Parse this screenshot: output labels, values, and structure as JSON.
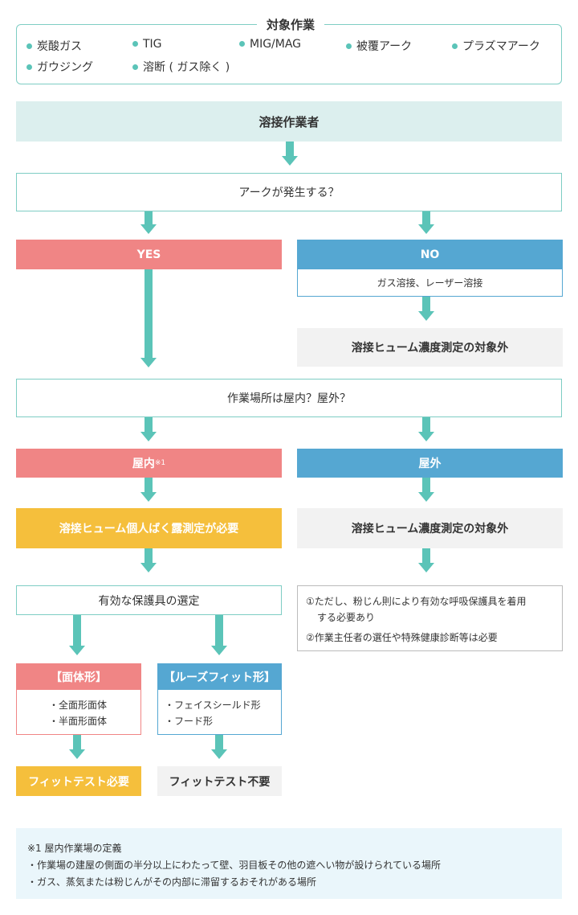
{
  "targets": {
    "title": "対象作業",
    "items": [
      "炭酸ガス",
      "TIG",
      "MIG/MAG",
      "被覆アーク",
      "プラズマアーク",
      "ガウジング",
      "溶断 ( ガス除く )"
    ]
  },
  "welder": "溶接作業者",
  "q_arc": "アークが発生する？",
  "yes": "YES",
  "no": "NO",
  "no_desc": "ガス溶接、レーザー溶接",
  "excluded_1": "溶接ヒューム濃度測定の対象外",
  "q_place": "作業場所は屋内？屋外？",
  "indoor": "屋内",
  "indoor_note_mark": "※1",
  "outdoor": "屋外",
  "required": "溶接ヒューム個人ばく露測定が必要",
  "excluded_2": "溶接ヒューム濃度測定の対象外",
  "outdoor_notes": {
    "line1": "①ただし、粉じん則により有効な呼吸保護具を着用",
    "line2": "する必要あり",
    "line3": "②作業主任者の選任や特殊健康診断等は必要"
  },
  "respirator": "有効な保護具の選定",
  "tight": {
    "title": "【面体形】",
    "items": [
      "・全面形面体",
      "・半面形面体"
    ],
    "result": "フィットテスト必要"
  },
  "loose": {
    "title": "【ルーズフィット形】",
    "items": [
      "・フェイスシールド形",
      "・フード形"
    ],
    "result": "フィットテスト不要"
  },
  "footnote": {
    "title": "※1  屋内作業場の定義",
    "line1": "・作業場の建屋の側面の半分以上にわたって壁、羽目板その他の遮へい物が設けられている場所",
    "line2": "・ガス、蒸気または粉じんがその内部に滞留するおそれがある場所"
  },
  "colors": {
    "teal": "#5bc4b8",
    "red": "#f08585",
    "blue": "#55a7d2",
    "yellow": "#f5bf3c",
    "gray": "#f2f2f2"
  }
}
